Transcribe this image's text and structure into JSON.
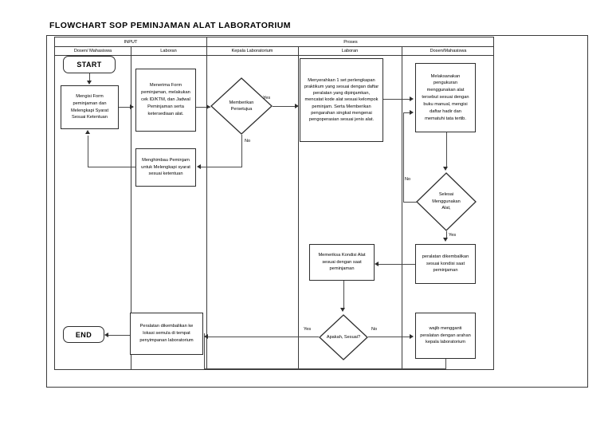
{
  "document": {
    "title": "FLOWCHART SOP PEMINJAMAN ALAT LABORATORIUM"
  },
  "table": {
    "group_headers": [
      {
        "label": "INPUT"
      },
      {
        "label": "Proses"
      }
    ],
    "lane_headers": [
      {
        "label": "Dosen/ Mahasiswa"
      },
      {
        "label": "Laboran"
      },
      {
        "label": "Kepala Laboratorium"
      },
      {
        "label": "Laboran"
      },
      {
        "label": "Dosen/Mahasiswa"
      }
    ]
  },
  "flow": {
    "start": {
      "label": "START"
    },
    "end": {
      "label": "END"
    },
    "nodes": [
      {
        "id": "isi-form",
        "label": "Mengisi Form peminjaman dan Melengkapi Syarat Sesuai Ketentuan"
      },
      {
        "id": "terima-form",
        "label": "Menerima Form peminjaman, melakukan cek ID/KTM, dan Jadwal Peminjaman serta ketersediaan alat."
      },
      {
        "id": "menghimbau",
        "label": "Menghimbau Peminjam untuk Melengkapi syarat sesuai ketentuan"
      },
      {
        "id": "serah-alat",
        "label": "Menyerahkan 1 set perlengkapan praktikum yang sesuai dengan daftar peralatan yang dipinjamkan, mencatat kode alat sesuai kelompok peminjam. Serta Memberikan pengarahan singkat mengenai pengoperasian sesuai jenis alat."
      },
      {
        "id": "laksana-ukur",
        "label": "Melaksanakan pengukuran menggunakan alat tersebut sesuai dengan buku manual, mengisi daftar hadir dan mematuhi tata tertib."
      },
      {
        "id": "periksa-kondisi",
        "label": "Memeriksa Kondisi Alat sesuai dengan saat peminjaman"
      },
      {
        "id": "kembalikan-alat",
        "label": "peralatan dikembalikan sesuai kondisi saat peminjaman"
      },
      {
        "id": "wajib-ganti",
        "label": "wajib mengganti peralatan dengan arahan kepala laboratorium"
      },
      {
        "id": "kembali-lokasi",
        "label": "Peralatan dikembalikan ke lokasi semula di tempat penyimpanan laboratorium"
      }
    ],
    "decisions": [
      {
        "id": "persetujuan",
        "label": "Memberikan Persetujua",
        "yes": "Yes",
        "no": "No"
      },
      {
        "id": "selesai-pakai",
        "label": "Selesai Menggunakan Alat,",
        "yes": "Yes",
        "no": "No"
      },
      {
        "id": "apakah-sesuai",
        "label": "Apakah, Sesuai?",
        "yes": "Yes",
        "no": "No"
      }
    ]
  },
  "colors": {
    "frame": "#3b3b3b",
    "shape_border": "#2e2e2e",
    "connector": "#4a4a4a",
    "background": "#ffffff"
  }
}
